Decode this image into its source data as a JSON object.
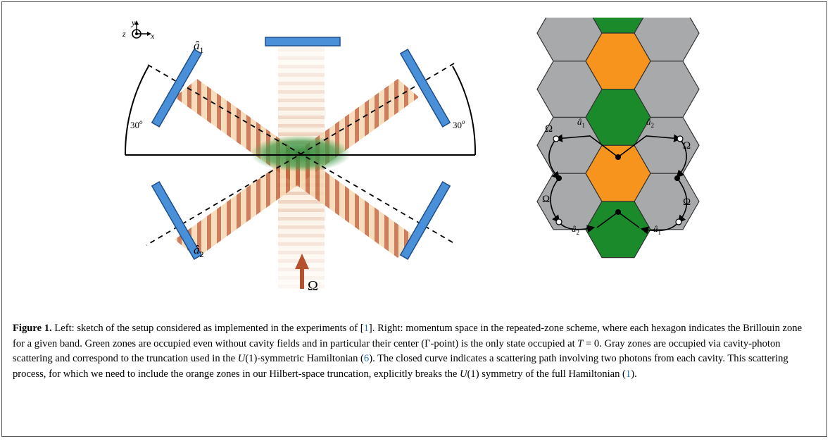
{
  "left": {
    "axes": {
      "y": "y",
      "z": "z",
      "x": "x"
    },
    "angle_left": "30",
    "angle_right": "30",
    "angle_sup": "o",
    "cavity1": "â",
    "cavity1_sub": "1",
    "cavity2": "â",
    "cavity2_sub": "2",
    "pump": "Ω"
  },
  "right": {
    "a1_top": "â",
    "a1_top_sub": "1",
    "a2_top": "â",
    "a2_top_sub": "2",
    "a2_bottom": "â",
    "a2_bottom_sub": "2",
    "a1_bottom": "â",
    "a1_bottom_sub": "1",
    "omega": "Ω",
    "colors": {
      "green": "#1a8a2a",
      "orange": "#f7941d",
      "gray": "#a7a9ab"
    }
  },
  "caption": {
    "label": "Figure 1.",
    "t1": " Left: sketch of the setup considered as implemented in the experiments of [",
    "ref1": "1",
    "t2": "]. Right: momentum space in the repeated-zone scheme, where each hexagon indicates the Brillouin zone for a given band. Green zones are occupied even without cavity fields and in particular their center (Γ-point) is the only state occupied at ",
    "math_T": "T",
    "t3": " = 0. Gray zones are occupied via cavity-photon scattering and correspond to the truncation used in the ",
    "math_U": "U",
    "t4": "(1)-symmetric Hamiltonian (",
    "ref6": "6",
    "t5": "). The closed curve indicates a scattering path involving two photons from each cavity. This scattering process, for which we need to include the orange zones in our Hilbert-space truncation, explicitly breaks the ",
    "math_U2": "U",
    "t6": "(1) symmetry of the full Hamiltonian (",
    "ref1b": "1",
    "t7": ")."
  }
}
